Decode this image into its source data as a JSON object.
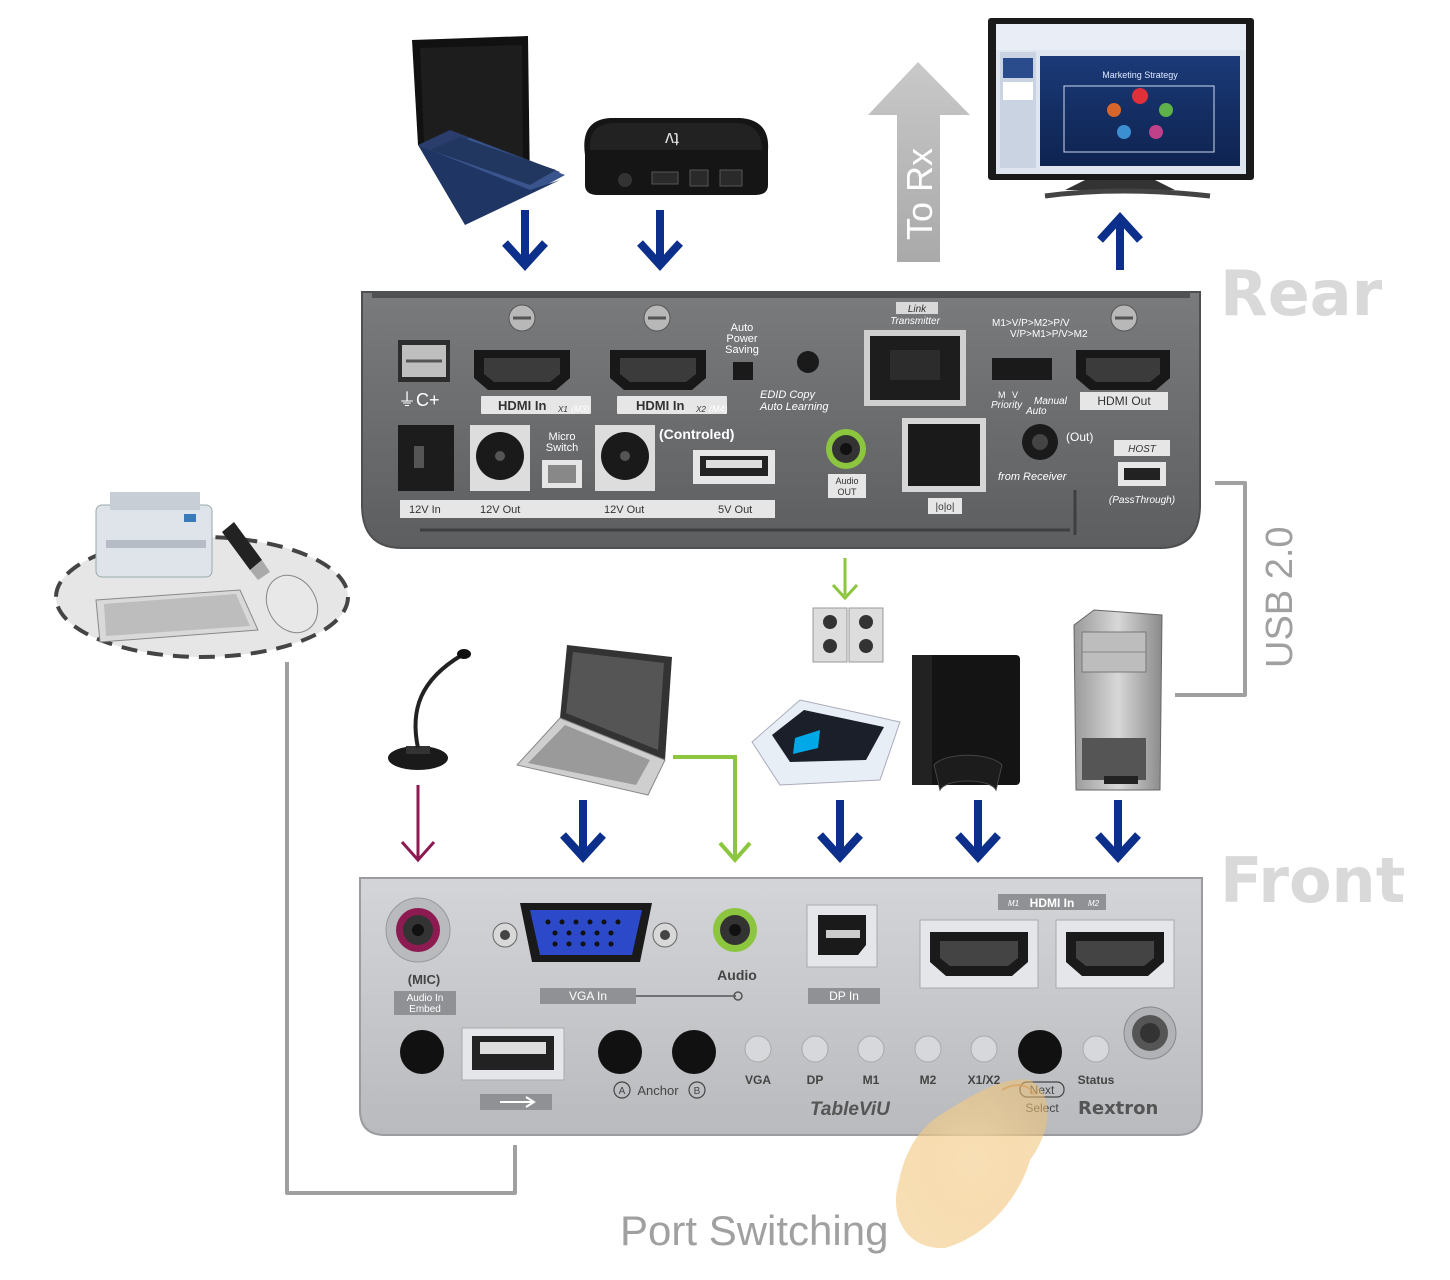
{
  "colors": {
    "arrow_blue": "#0b2f8a",
    "arrow_green": "#8cc63f",
    "arrow_magenta": "#8e1a52",
    "connector_gray": "#a0a0a0",
    "rear_panel": "#6b6c6e",
    "front_panel": "#c4c6c9"
  },
  "section_labels": {
    "rear": "Rear",
    "front": "Front",
    "to_rx": "To Rx",
    "usb": "USB 2.0",
    "port_switching": "Port Switching"
  },
  "rear": {
    "hdmi_in_x1": "HDMI In",
    "x1": "X1",
    "m3": "(M3)",
    "hdmi_in_x2": "HDMI In",
    "x2": "X2",
    "m4": "(M4)",
    "auto_power_1": "Auto",
    "auto_power_2": "Power",
    "auto_power_3": "Saving",
    "edid_copy": "EDID Copy",
    "auto_learning": "Auto Learning",
    "link": "Link",
    "transmitter": "Transmitter",
    "mode_line1": "M1>V/P>M2>P/V",
    "mode_line2": "V/P>M1>P/V>M2",
    "m_label": "M",
    "v_label": "V",
    "priority": "Priority",
    "auto": "Auto",
    "manual": "Manual",
    "hdmi_out": "HDMI Out",
    "ground": "⏚C+",
    "micro_switch_1": "Micro",
    "micro_switch_2": "Switch",
    "controled": "(Controled)",
    "audio_out_1": "Audio",
    "audio_out_2": "OUT",
    "out": "(Out)",
    "from_receiver": "from Receiver",
    "host": "HOST",
    "passthrough": "(PassThrough)",
    "v12_in": "12V In",
    "v12_out_a": "12V Out",
    "v12_out_b": "12V Out",
    "v5_out": "5V Out",
    "ir_symbol": "|o|o|"
  },
  "front": {
    "mic": "(MIC)",
    "audio_in": "Audio In",
    "embed": "Embed",
    "vga_in": "VGA In",
    "audio": "Audio",
    "dp_in": "DP In",
    "m1_tag": "M1",
    "hdmi_in": "HDMI In",
    "m2_tag": "M2",
    "anchor": "Anchor",
    "anchor_a": "A",
    "anchor_b": "B",
    "led_vga": "VGA",
    "led_dp": "DP",
    "led_m1": "M1",
    "led_m2": "M2",
    "led_x1x2": "X1/X2",
    "next": "Next",
    "select": "Select",
    "status": "Status",
    "tableviu": "TableViU",
    "rextron": "Rextron"
  },
  "monitor": {
    "title": "Marketing Strategy"
  },
  "appletv": {
    "logo": "tv"
  }
}
